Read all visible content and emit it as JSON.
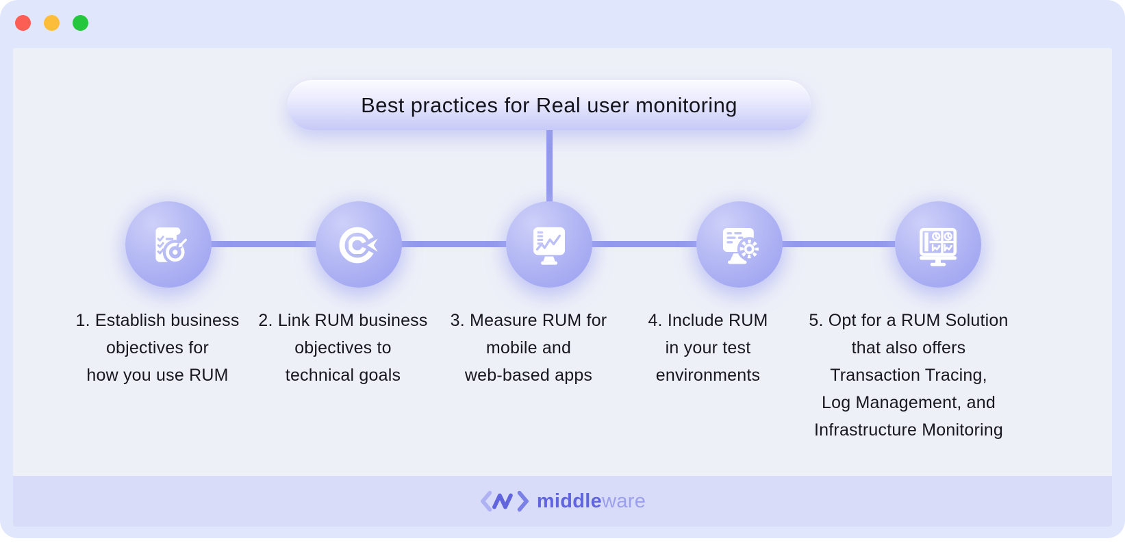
{
  "window": {
    "controls": [
      {
        "label": "close",
        "color": "#fc5d55"
      },
      {
        "label": "minimize",
        "color": "#fcbd3a"
      },
      {
        "label": "maximize",
        "color": "#25c83c"
      }
    ]
  },
  "header": {
    "title": "Best practices for Real user monitoring"
  },
  "steps": [
    {
      "icon": "checklist-target-icon",
      "text": "1. Establish business\nobjectives for\nhow you use RUM"
    },
    {
      "icon": "goal-target-icon",
      "text": "2. Link RUM business\nobjectives to\ntechnical goals"
    },
    {
      "icon": "monitor-analytics-icon",
      "text": "3. Measure RUM for\nmobile and\nweb-based apps"
    },
    {
      "icon": "monitor-gear-icon",
      "text": "4. Include RUM\nin your test\nenvironments"
    },
    {
      "icon": "dashboard-monitor-icon",
      "text": "5. Opt for a RUM Solution\nthat also offers\nTransaction Tracing,\nLog Management, and\nInfrastructure Monitoring"
    }
  ],
  "footer": {
    "brand_bold": "middle",
    "brand_light": "ware"
  },
  "colors": {
    "window_frame": "#e0e7fc",
    "panel_background": "#eef0f8",
    "footer_bar": "#d9dcf8",
    "connector_line": "#9399ec",
    "node_gradient_light": "#cdd0f8",
    "node_gradient_dark": "#989ef0",
    "pill_gradient_top": "#fbfbff",
    "pill_gradient_bottom": "#c6c9f7",
    "text": "#17171f",
    "brand_dark": "#6165dd",
    "brand_light": "#9b9fee"
  }
}
